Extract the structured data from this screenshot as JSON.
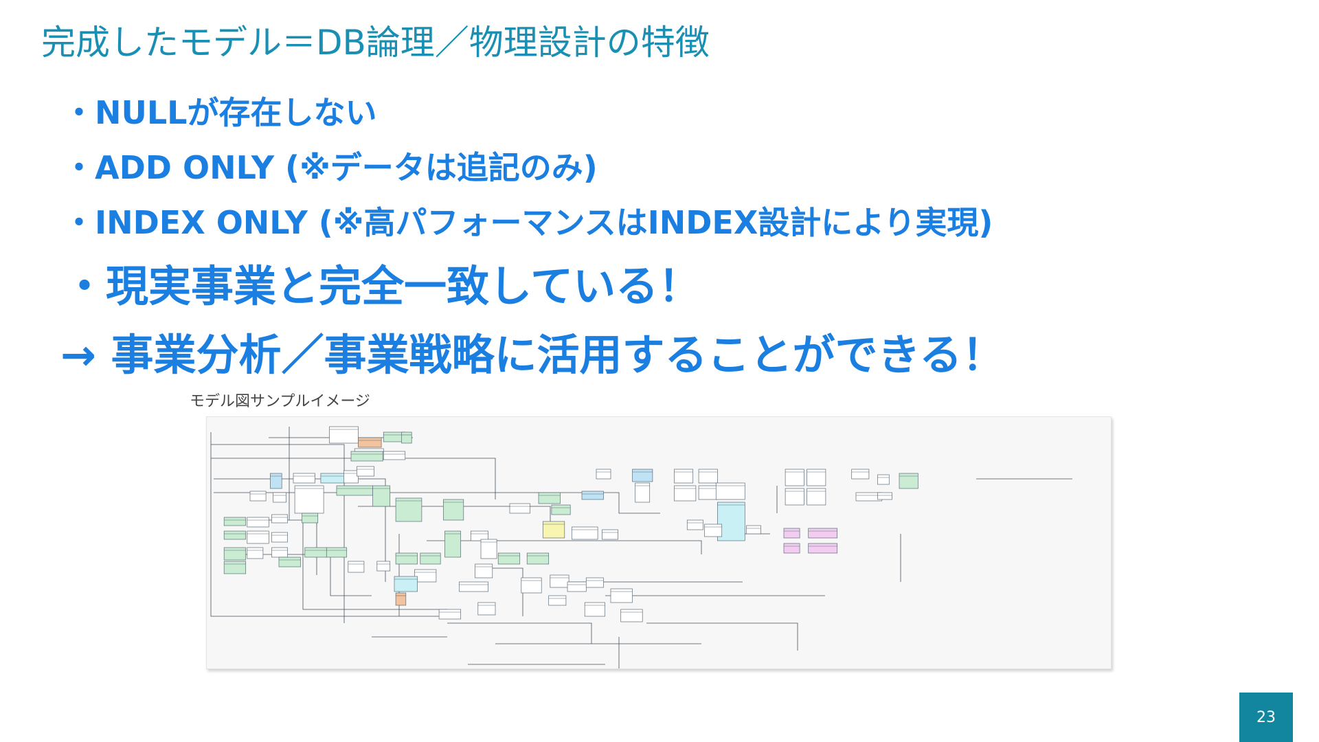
{
  "slide": {
    "title": "完成したモデル＝DB論理／物理設計の特徴",
    "bullets": [
      "・NULLが存在しない",
      "・ADD ONLY (※データは追記のみ)",
      "・INDEX ONLY (※高パフォーマンスはINDEX設計により実現)",
      "・現実事業と完全一致している！",
      "→ 事業分析／事業戦略に活用することができる！"
    ],
    "caption": "モデル図サンプルイメージ",
    "page_number": "23"
  },
  "colors": {
    "title": "#1a8fb4",
    "bullet_text": "#1a7fe0",
    "page_badge": "#12869f",
    "entity_green": "#c9ecd2",
    "entity_cyan": "#c9f0f5",
    "entity_pink": "#f2cdf0",
    "entity_orange": "#f3c39e",
    "entity_yellow": "#f7f5b0",
    "entity_blue": "#bfe3f5"
  }
}
